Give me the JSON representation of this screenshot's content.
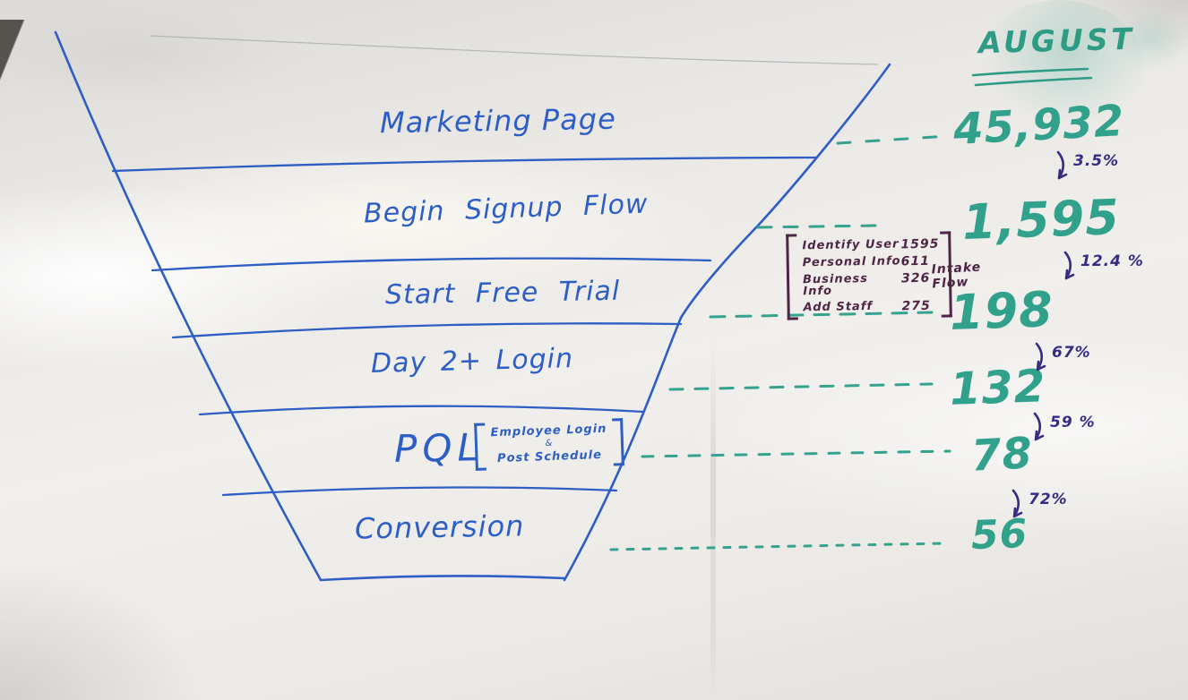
{
  "board": {
    "month_label": "AUGUST"
  },
  "chart_data": {
    "type": "funnel",
    "title": "AUGUST",
    "stages": [
      {
        "label": "Marketing Page",
        "value": 45932,
        "display": "45,932"
      },
      {
        "label": "Begin Signup Flow",
        "value": 1595,
        "display": "1,595"
      },
      {
        "label": "Start Free Trial",
        "value": 198,
        "display": "198"
      },
      {
        "label": "Day 2+ Login",
        "value": 132,
        "display": "132"
      },
      {
        "label": "PQL",
        "value": 78,
        "display": "78"
      },
      {
        "label": "Conversion",
        "value": 56,
        "display": "56"
      }
    ],
    "conversion_rates": [
      {
        "value": 3.5,
        "display": "3.5%"
      },
      {
        "value": 12.4,
        "display": "12.4 %"
      },
      {
        "value": 67,
        "display": "67%"
      },
      {
        "value": 59,
        "display": "59 %"
      },
      {
        "value": 72,
        "display": "72%"
      }
    ],
    "pql_note": {
      "line1": "Employee Login",
      "line2": "&",
      "line3": "Post Schedule"
    },
    "intake_flow": {
      "label_line1": "Intake",
      "label_line2": "Flow",
      "steps": [
        {
          "label": "Identify User",
          "value": "1595"
        },
        {
          "label": "Personal Info",
          "value": "611"
        },
        {
          "label": "Business Info",
          "value": "326"
        },
        {
          "label": "Add Staff",
          "value": "275"
        }
      ]
    }
  },
  "colors": {
    "marker_blue": "#2d5ec5",
    "marker_teal": "#31a18b",
    "marker_indigo": "#382b85",
    "marker_plum": "#4e2544"
  }
}
